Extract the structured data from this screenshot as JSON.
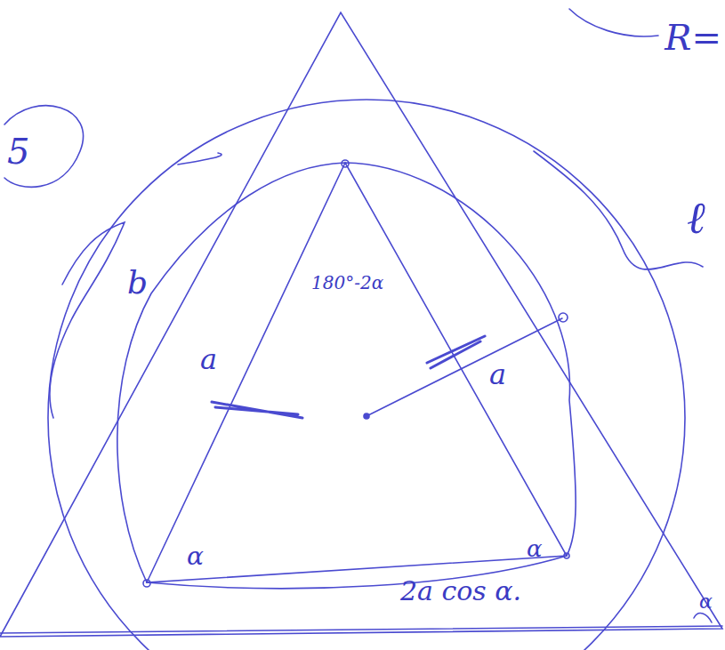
{
  "diagram": {
    "labels": [
      "R=",
      "5",
      "b",
      "ℓ",
      "180°-2α",
      "a",
      "a",
      "α",
      "α",
      "2a cos α.",
      "α"
    ]
  }
}
